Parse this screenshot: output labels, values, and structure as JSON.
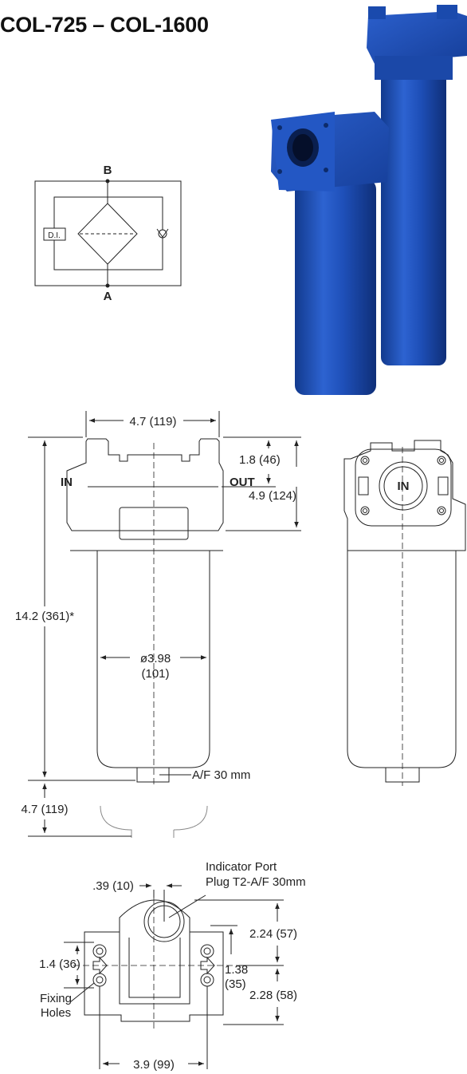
{
  "title": "COL-725 – COL-1600",
  "schematic": {
    "port_top": "B",
    "port_bottom": "A",
    "indicator_label": "D.I."
  },
  "front_view": {
    "width_top": "4.7 (119)",
    "head_upper": "1.8 (46)",
    "head_height": "4.9 (124)",
    "overall_height": "14.2 (361)*",
    "inlet_label": "IN",
    "outlet_label": "OUT",
    "bowl_diameter_line1": "ø3.98",
    "bowl_diameter_line2": "(101)",
    "drain_plug": "A/F 30 mm",
    "removal_clearance": "4.7 (119)"
  },
  "side_view": {
    "inlet_label": "IN"
  },
  "top_view": {
    "indicator_port_line1": "Indicator Port",
    "indicator_port_line2": "Plug T2-A/F 30mm",
    "port_offset": ".39 (10)",
    "upper_depth": "2.24 (57)",
    "hole_spacing_left": "1.4 (36)",
    "hole_spacing_right_line1": "1.38",
    "hole_spacing_right_line2": "(35)",
    "lower_depth": "2.28 (58)",
    "fixing_holes_line1": "Fixing",
    "fixing_holes_line2": "Holes",
    "hole_width": "3.9 (99)"
  },
  "colors": {
    "product_blue": "#1e4fb8",
    "product_blue_dark": "#123a8e",
    "line": "#222222"
  }
}
